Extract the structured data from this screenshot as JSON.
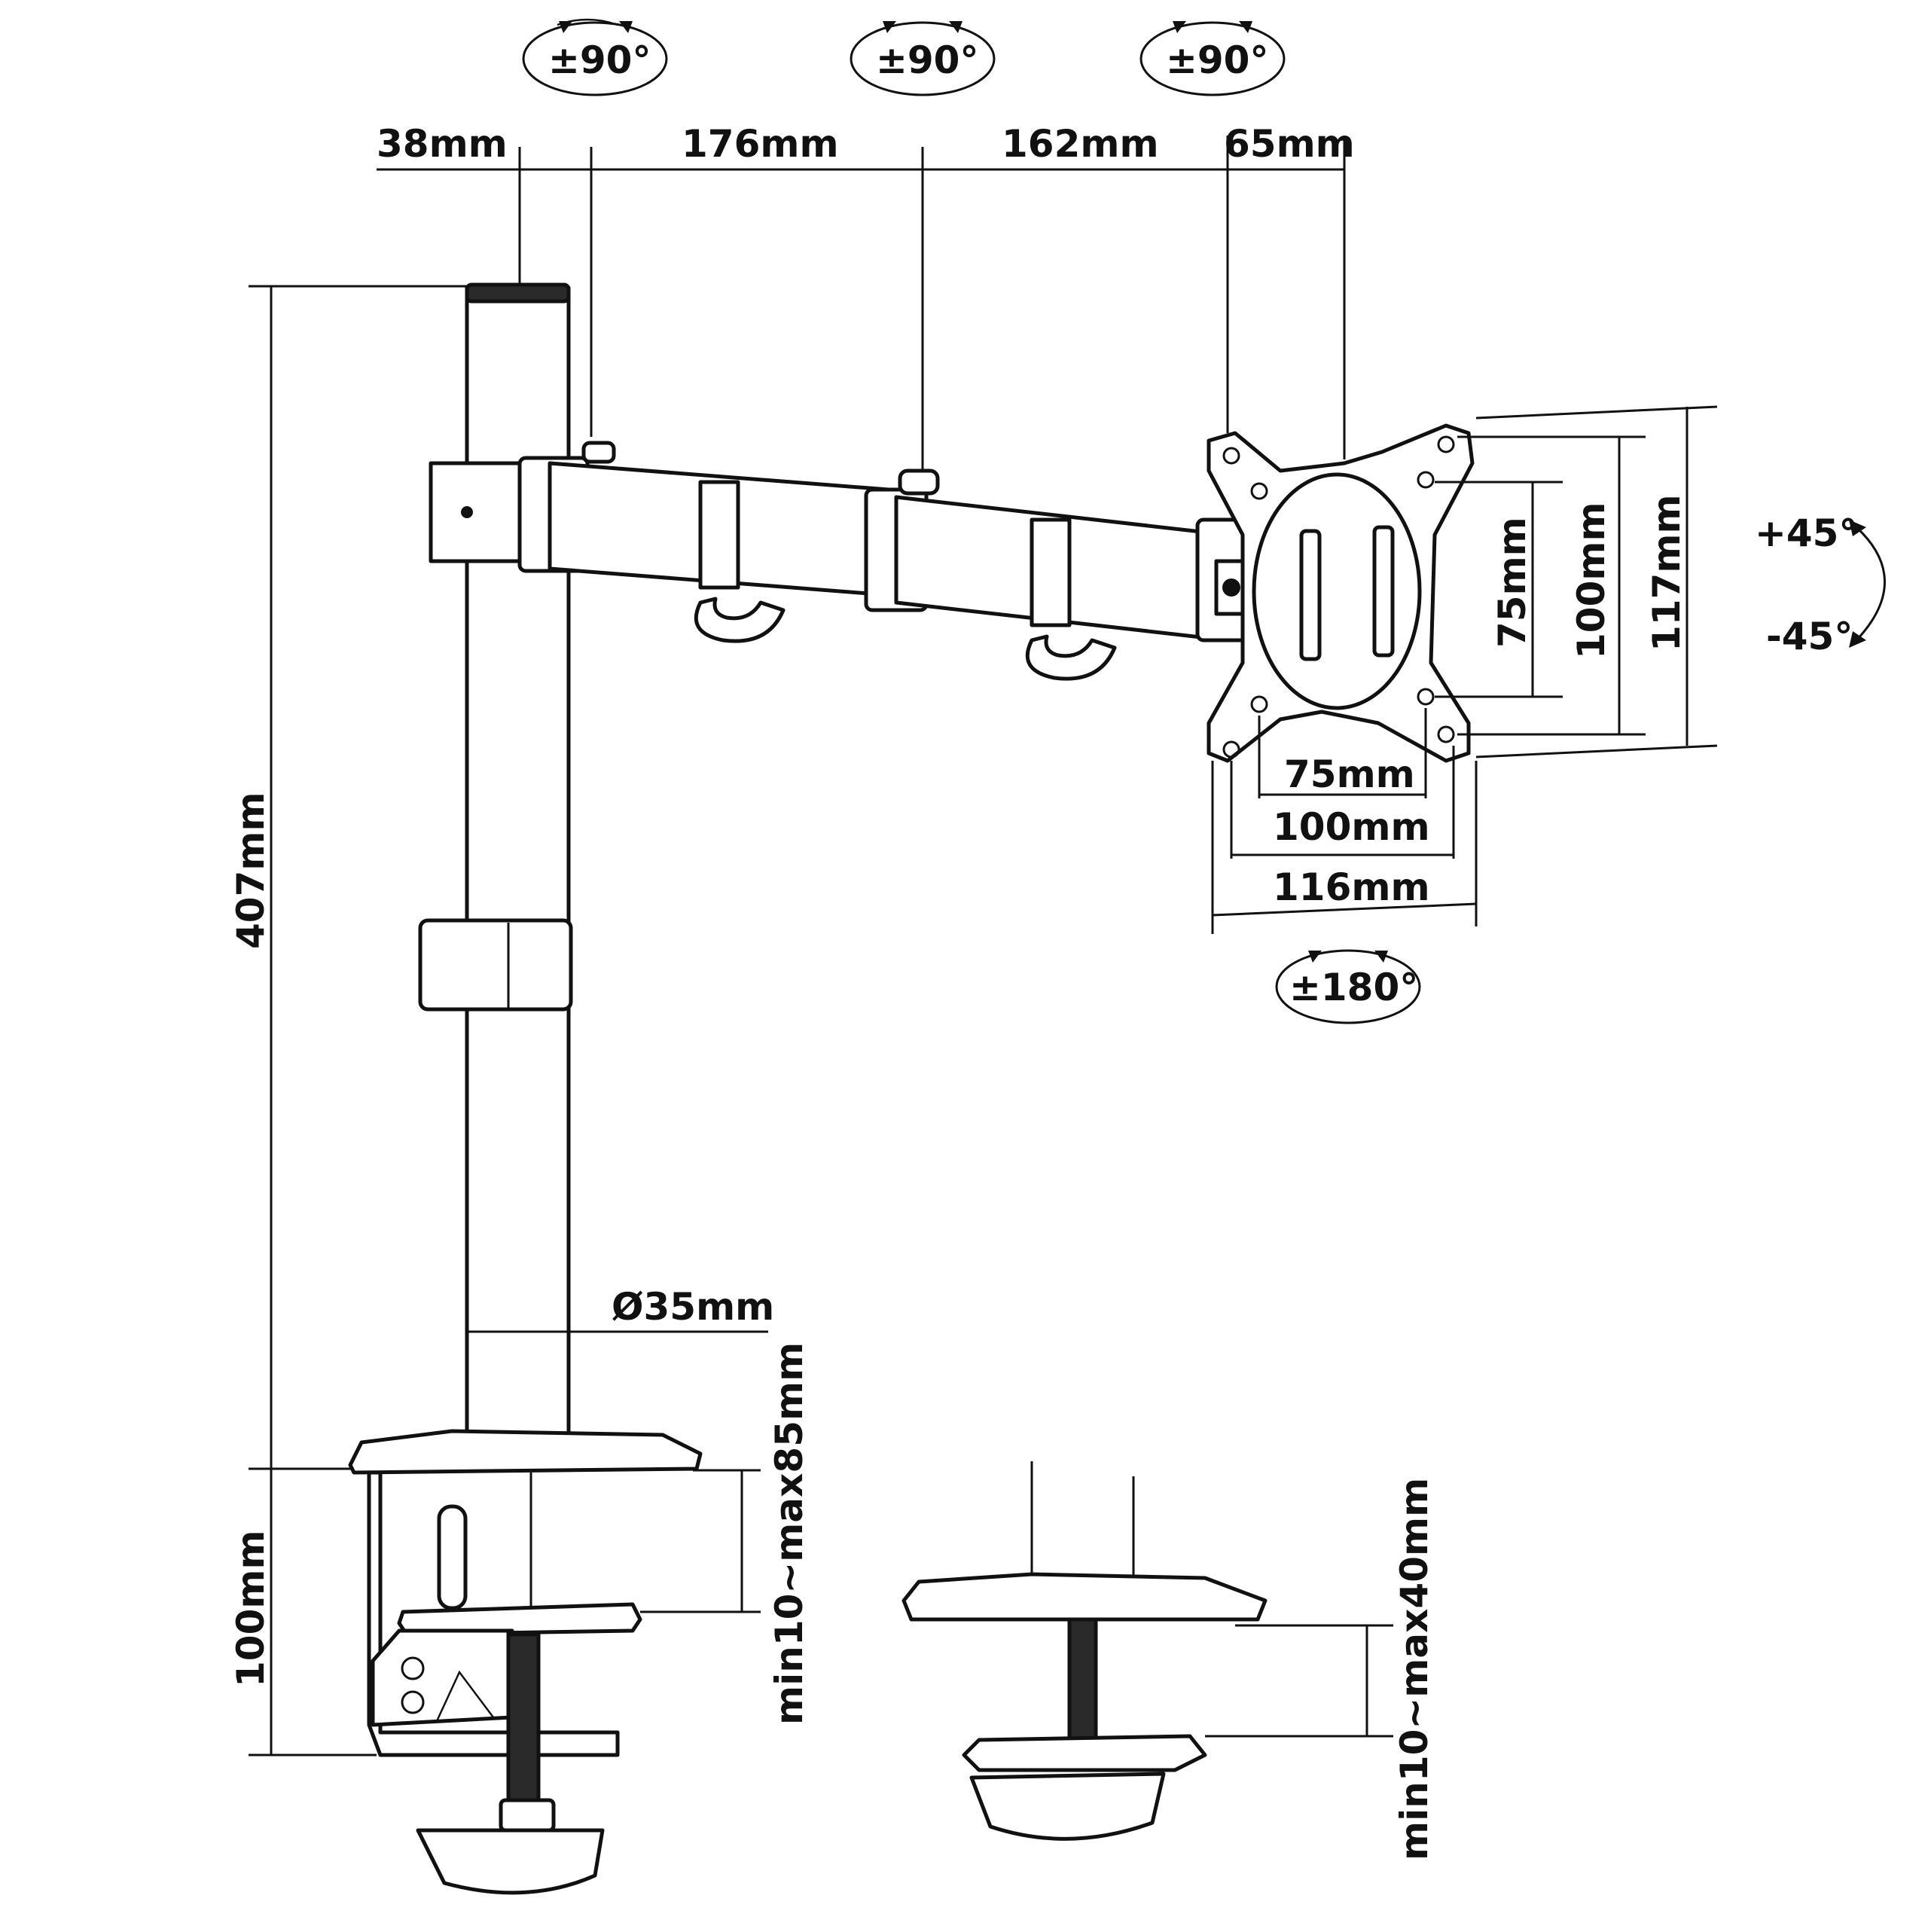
{
  "diagram": {
    "rotation_labels": {
      "joint1": "±90°",
      "joint2": "±90°",
      "joint3": "±90°",
      "vesa_rotate": "±180°",
      "tilt_up": "+45°",
      "tilt_down": "-45°"
    },
    "top_dimensions": {
      "pole_offset": "38mm",
      "arm1": "176mm",
      "arm2": "162mm",
      "head": "65mm"
    },
    "vesa_dimensions": {
      "h75": "75mm",
      "h100": "100mm",
      "h116": "116mm",
      "v75": "75mm",
      "v100": "100mm",
      "v117": "117mm"
    },
    "pole": {
      "height": "407mm",
      "diameter": "Ø35mm"
    },
    "clamp": {
      "height": "100mm",
      "desk_range": "min10~max85mm"
    },
    "grommet": {
      "desk_range": "min10~max40mm"
    }
  }
}
